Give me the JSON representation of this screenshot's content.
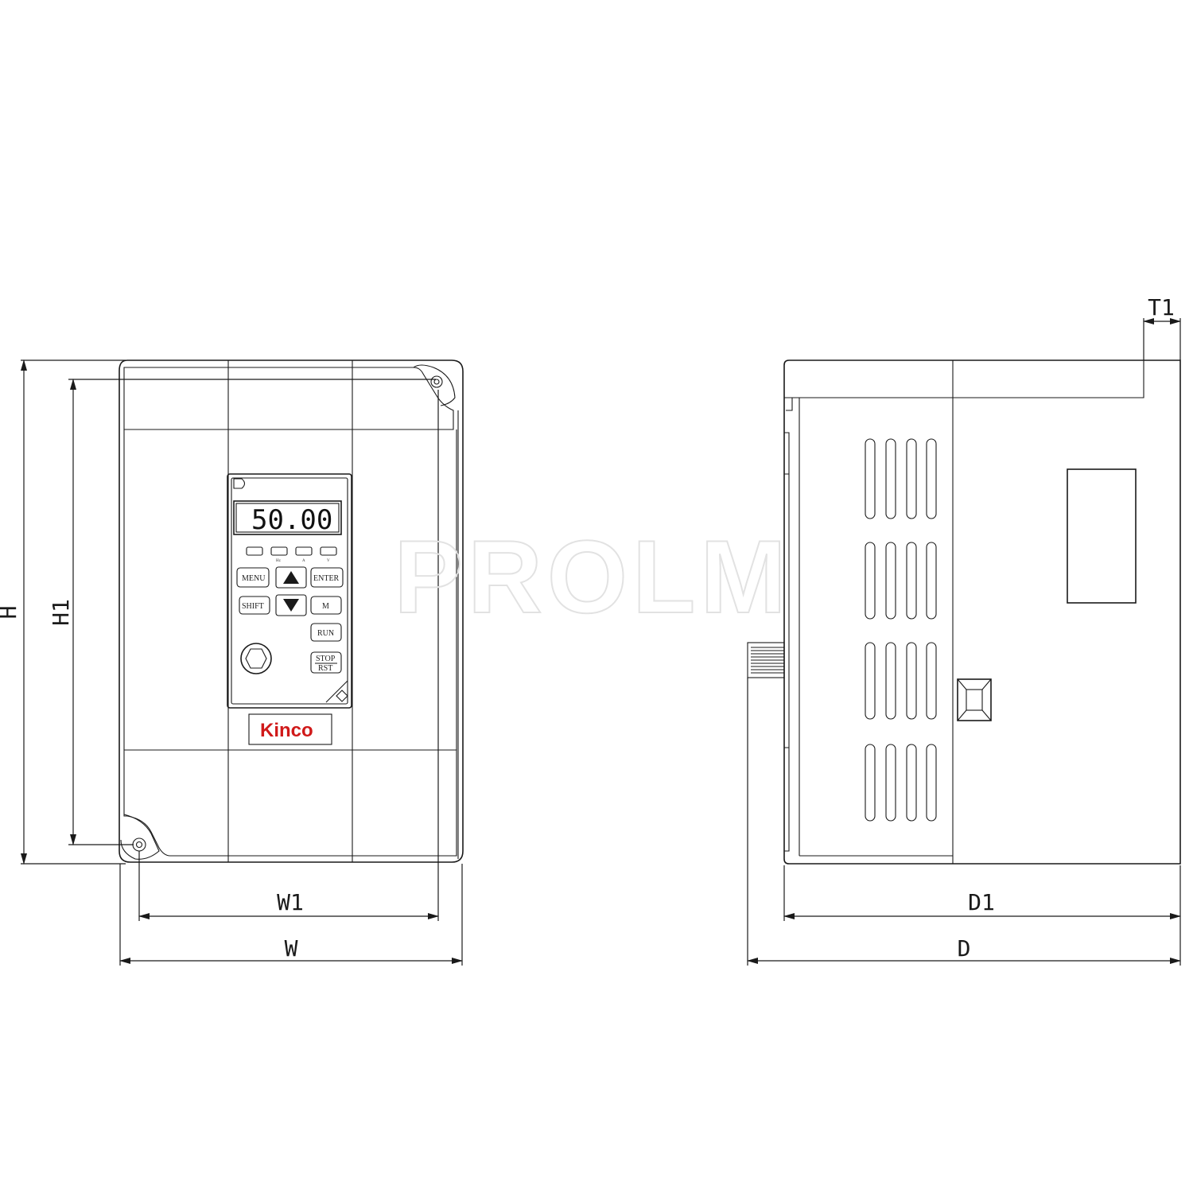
{
  "front_view": {
    "display_value": "50.00",
    "brand": "Kinco",
    "brand_color": "#d01919",
    "led_labels": [
      "Hz",
      "A",
      "V"
    ],
    "keys": {
      "menu": "MENU",
      "enter": "ENTER",
      "shift": "SHIFT",
      "m": "M",
      "run": "RUN",
      "stop_top": "STOP",
      "stop_bottom": "RST"
    }
  },
  "dimensions": {
    "h": "H",
    "h1": "H1",
    "w": "W",
    "w1": "W1",
    "d": "D",
    "d1": "D1",
    "t1": "T1"
  },
  "watermark": "PROLM"
}
